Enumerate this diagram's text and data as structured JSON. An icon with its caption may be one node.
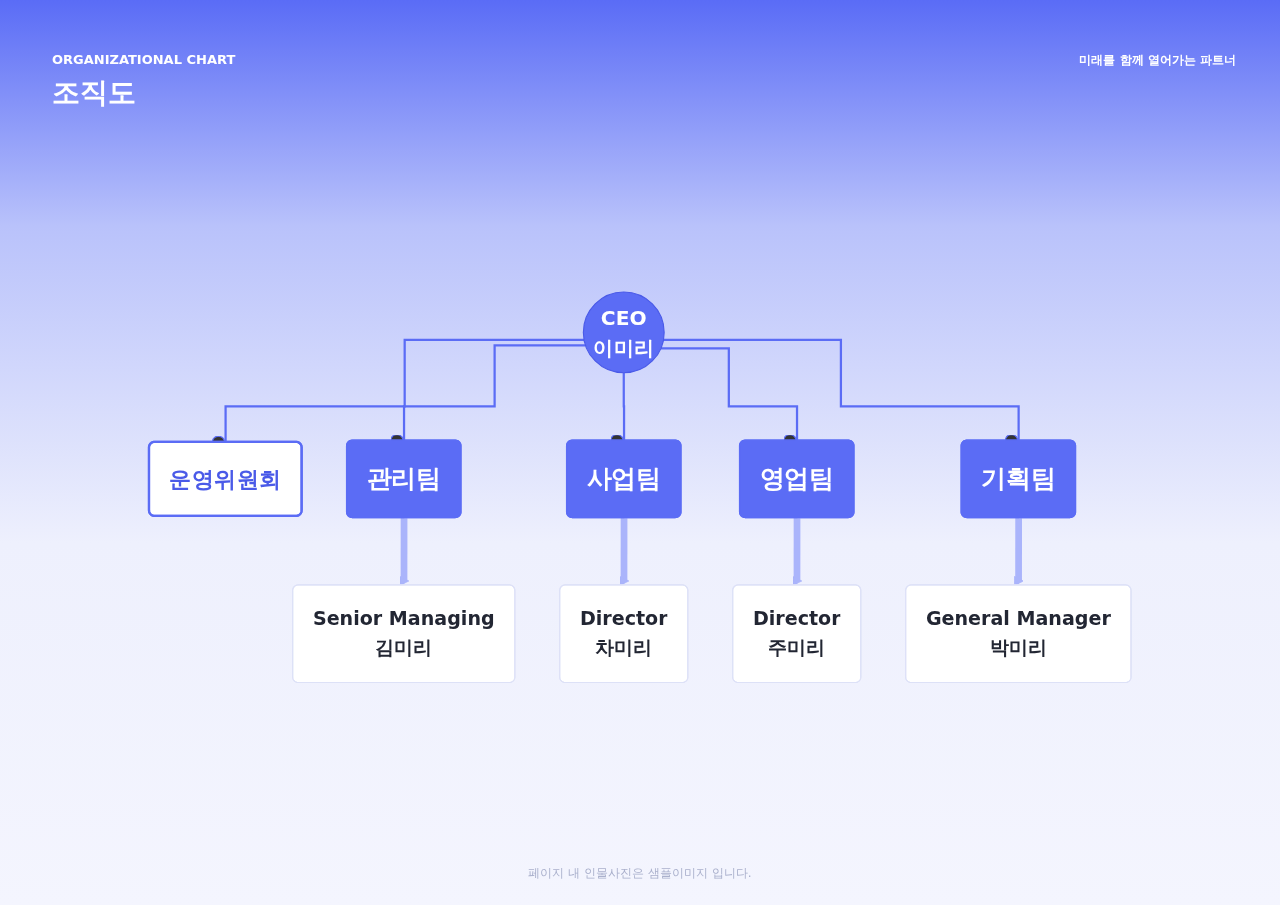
{
  "diagram": {
    "title": "조직도",
    "caption": "페이지 내 인물사진은 샘플이미지 입니다.",
    "labels": [
      "ORGANIZATIONAL CHART",
      "미래를 함께 열어가는 파트너"
    ],
    "nodes": [
      {
        "text": [
          "CEO",
          "이미리"
        ]
      },
      {
        "text": [
          "운영위원회"
        ]
      },
      {
        "text": [
          "관리팀"
        ]
      },
      {
        "text": [
          "사업팀"
        ]
      },
      {
        "text": [
          "영업팀"
        ]
      },
      {
        "text": [
          "기획팀"
        ]
      },
      {
        "text": [
          "Senior Managing",
          "김미리"
        ]
      },
      {
        "text": [
          "Director",
          "차미리"
        ]
      },
      {
        "text": [
          "Director",
          "주미리"
        ]
      },
      {
        "text": [
          "General Manager",
          "박미리"
        ]
      }
    ],
    "edges": [
      {
        "from": 0,
        "to": 1,
        "arrow": "other"
      },
      {
        "from": 0,
        "to": 2,
        "arrow": "other"
      },
      {
        "from": 0,
        "to": 3,
        "arrow": "other"
      },
      {
        "from": 0,
        "to": 4,
        "arrow": "other"
      },
      {
        "from": 0,
        "to": 5,
        "arrow": "other"
      },
      {
        "from": 2,
        "to": 6,
        "arrow": "to",
        "style": "thick",
        "color": "#aab4fb"
      },
      {
        "from": 3,
        "to": 7,
        "arrow": "to",
        "style": "thick",
        "color": "#aab4fb"
      },
      {
        "from": 4,
        "to": 8,
        "arrow": "to",
        "style": "thick",
        "color": "#aab4fb"
      },
      {
        "from": 5,
        "to": 9,
        "arrow": "to",
        "style": "thick",
        "color": "#aab4fb"
      }
    ]
  }
}
